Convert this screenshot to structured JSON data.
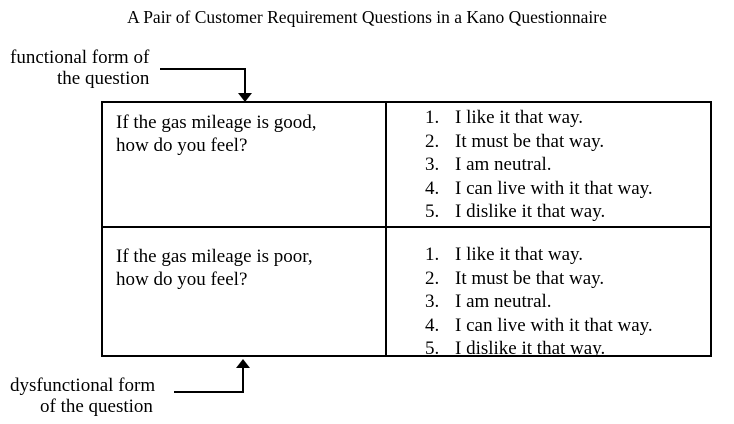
{
  "title": "A Pair of Customer Requirement Questions in a Kano Questionnaire",
  "annotations": {
    "functional": {
      "line1": "functional form of",
      "line2": "the question"
    },
    "dysfunctional": {
      "line1": "dysfunctional form",
      "line2": "of the question"
    }
  },
  "table": {
    "rows": [
      {
        "question": [
          "If the gas mileage is good,",
          "how do you feel?"
        ],
        "options": [
          {
            "num": "1.",
            "label": "I like it that way."
          },
          {
            "num": "2.",
            "label": "It must be that way."
          },
          {
            "num": "3.",
            "label": "I am neutral."
          },
          {
            "num": "4.",
            "label": "I can live with it that way."
          },
          {
            "num": "5.",
            "label": "I dislike it that way."
          }
        ]
      },
      {
        "question": [
          "If the gas mileage is poor,",
          "how do you feel?"
        ],
        "options": [
          {
            "num": "1.",
            "label": "I like it that way."
          },
          {
            "num": "2.",
            "label": "It must be that way."
          },
          {
            "num": "3.",
            "label": "I am neutral."
          },
          {
            "num": "4.",
            "label": "I can live with it that way."
          },
          {
            "num": "5.",
            "label": "I dislike it that way."
          }
        ]
      }
    ]
  },
  "colors": {
    "text": "#000000",
    "border": "#000000",
    "background": "#ffffff"
  }
}
